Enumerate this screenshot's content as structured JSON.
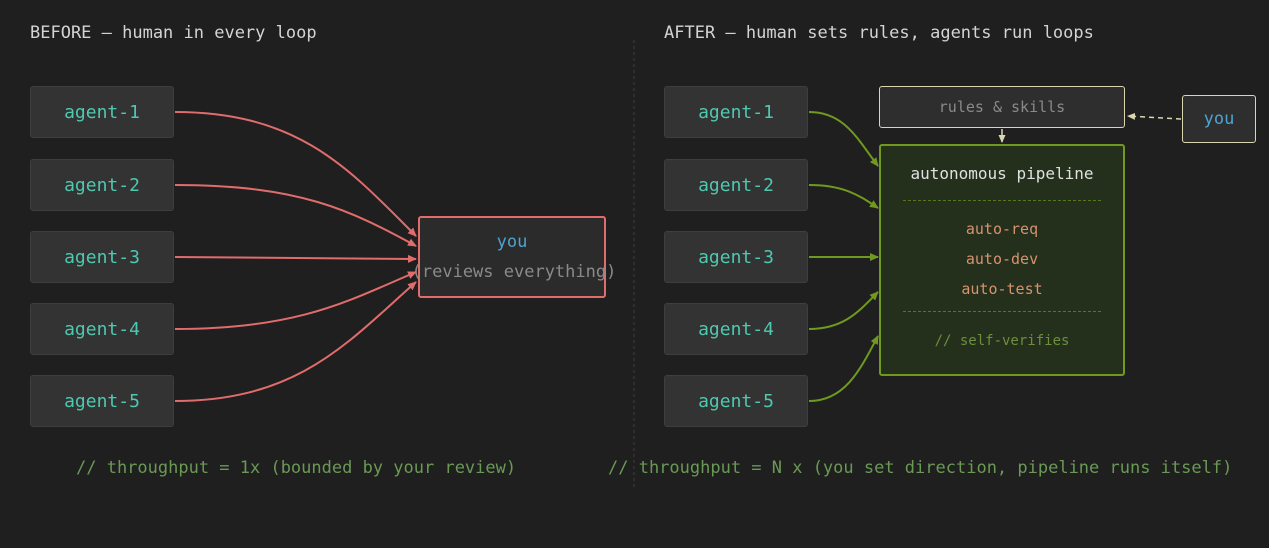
{
  "before": {
    "title": "BEFORE — human in every loop",
    "agents": [
      "agent-1",
      "agent-2",
      "agent-3",
      "agent-4",
      "agent-5"
    ],
    "you": {
      "label": "you",
      "sublabel": "(reviews everything)"
    },
    "footer": "// throughput = 1x (bounded by your review)"
  },
  "after": {
    "title": "AFTER — human sets rules, agents run loops",
    "agents": [
      "agent-1",
      "agent-2",
      "agent-3",
      "agent-4",
      "agent-5"
    ],
    "rules": "rules & skills",
    "you": "you",
    "pipeline": {
      "title": "autonomous pipeline",
      "stages": [
        "auto-req",
        "auto-dev",
        "auto-test"
      ],
      "note": "// self-verifies"
    },
    "footer": "// throughput = N x (you set direction, pipeline runs itself)"
  },
  "colors": {
    "background": "#1f1f1f",
    "agent_text": "#4ec9b0",
    "before_arrow": "#e06c6c",
    "after_arrow": "#6f9a1f",
    "you_text": "#4fa3d1",
    "comment": "#6a9955",
    "rules_border": "#d9d6b0"
  }
}
